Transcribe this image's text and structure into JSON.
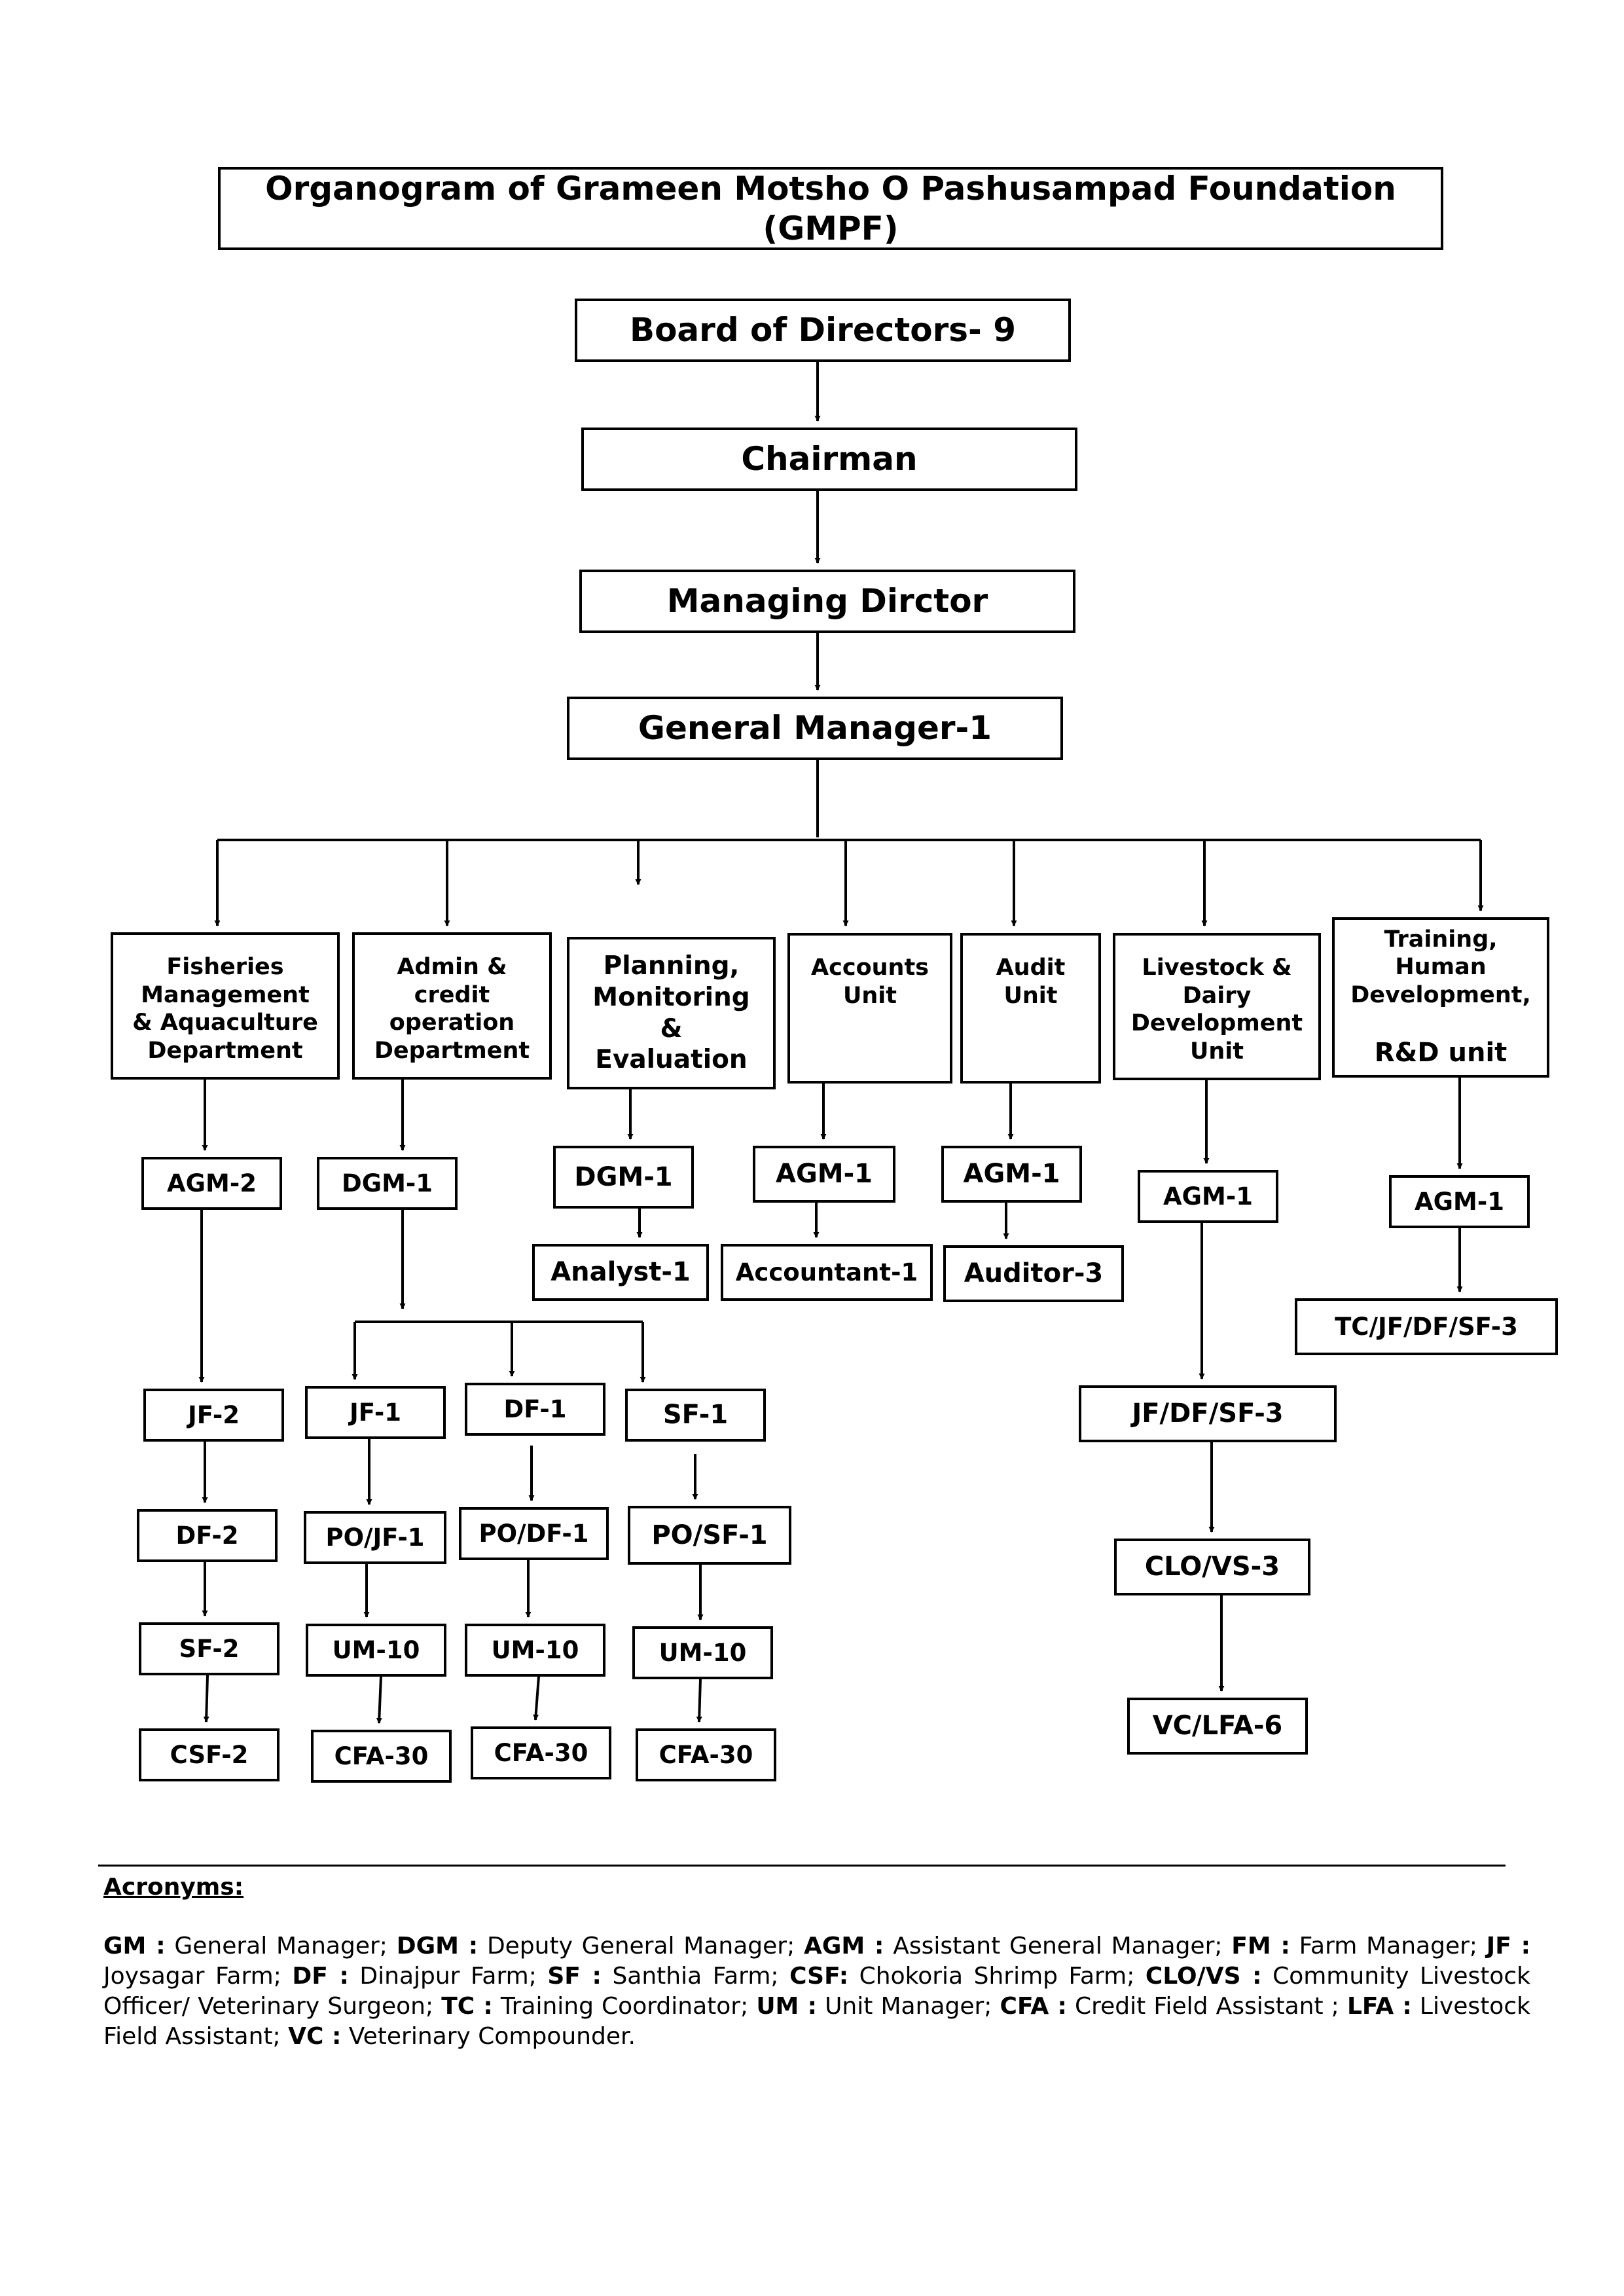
{
  "title": "Organogram of Grameen Motsho O Pashusampad Foundation (GMPF)",
  "hierarchy": {
    "board": "Board of Directors- 9",
    "chairman": "Chairman",
    "md": "Managing Dirctor",
    "gm": "General Manager-1"
  },
  "departments": {
    "fisheries": {
      "name": "Fisheries\nManagement\n& Aquaculture\nDepartment",
      "head": "AGM-2",
      "chain": [
        "JF-2",
        "DF-2",
        "SF-2",
        "CSF-2"
      ]
    },
    "admin": {
      "name": "Admin &\ncredit\noperation\nDepartment",
      "head": "DGM-1",
      "branches": [
        {
          "farm": "JF-1",
          "po": "PO/JF-1",
          "um": "UM-10",
          "cfa": "CFA-30"
        },
        {
          "farm": "DF-1",
          "po": "PO/DF-1",
          "um": "UM-10",
          "cfa": "CFA-30"
        },
        {
          "farm": "SF-1",
          "po": "PO/SF-1",
          "um": "UM-10",
          "cfa": "CFA-30"
        }
      ]
    },
    "planning": {
      "name": "Planning,\nMonitoring\n&\nEvaluation",
      "head": "DGM-1",
      "staff": "Analyst-1"
    },
    "accounts": {
      "name": "Accounts\nUnit",
      "head": "AGM-1",
      "staff": "Accountant-1"
    },
    "audit": {
      "name": "Audit\nUnit",
      "head": "AGM-1",
      "staff": "Auditor-3"
    },
    "livestock": {
      "name": "Livestock &\nDairy\nDevelopment\nUnit",
      "head": "AGM-1",
      "chain": [
        "JF/DF/SF-3",
        "CLO/VS-3",
        "VC/LFA-6"
      ]
    },
    "training": {
      "name_line1": "Training,\nHuman\nDevelopment,",
      "name_line2": "R&D unit",
      "head": "AGM-1",
      "staff": "TC/JF/DF/SF-3"
    }
  },
  "acronyms": {
    "heading": "Acronyms:",
    "items": [
      {
        "abbr": "GM :",
        "text": " General Manager; "
      },
      {
        "abbr": "DGM :",
        "text": " Deputy General Manager; "
      },
      {
        "abbr": "AGM :",
        "text": " Assistant General Manager; "
      },
      {
        "abbr": "FM :",
        "text": " Farm Manager;  "
      },
      {
        "abbr": "JF :",
        "text": " Joysagar Farm; "
      },
      {
        "abbr": "DF :",
        "text": " Dinajpur  Farm; "
      },
      {
        "abbr": "SF :",
        "text": " Santhia Farm; "
      },
      {
        "abbr": "CSF:",
        "text": " Chokoria Shrimp Farm;  "
      },
      {
        "abbr": "CLO/VS :",
        "text": "  Community Livestock Officer/ Veterinary Surgeon; "
      },
      {
        "abbr": "TC :",
        "text": " Training Coordinator;     "
      },
      {
        "abbr": "UM :",
        "text": " Unit Manager; "
      },
      {
        "abbr": "CFA :",
        "text": " Credit Field Assistant ; "
      },
      {
        "abbr": "LFA :",
        "text": " Livestock Field Assistant; "
      },
      {
        "abbr": "VC :",
        "text": " Veterinary Compounder."
      }
    ]
  }
}
